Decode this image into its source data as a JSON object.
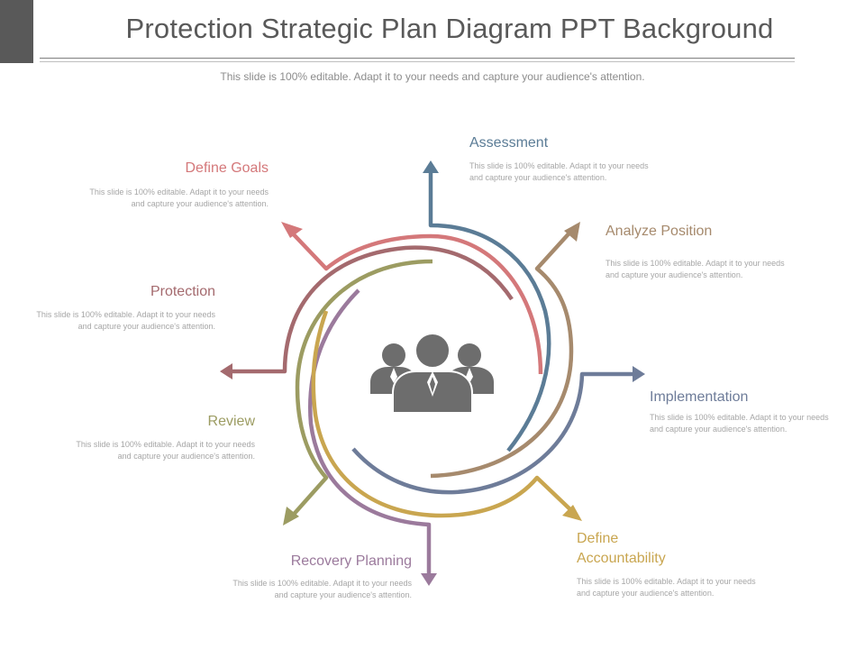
{
  "slide": {
    "title": "Protection Strategic Plan Diagram PPT Background",
    "subtitle": "This slide is 100% editable. Adapt it to your needs and capture your audience's attention."
  },
  "steps": [
    {
      "label": "Assessment",
      "color": "#5b7c96",
      "desc": "This slide is 100% editable. Adapt it to your needs and capture your audience's attention."
    },
    {
      "label": "Analyze Position",
      "color": "#a68a6d",
      "desc": "This slide is 100% editable. Adapt it to your needs and capture your audience's attention."
    },
    {
      "label": "Implementation",
      "color": "#6e7c99",
      "desc": "This slide is 100% editable. Adapt it to your needs and capture your audience's attention."
    },
    {
      "label": "Define Accountability",
      "color": "#c9a650",
      "desc": "This slide is 100% editable. Adapt it to your needs and capture your audience's attention."
    },
    {
      "label": "Recovery Planning",
      "color": "#9b7a9c",
      "desc": "This slide is 100% editable. Adapt it to your needs and capture your audience's attention."
    },
    {
      "label": "Review",
      "color": "#9c9c62",
      "desc": "This slide is 100% editable. Adapt it to your needs and capture your audience's attention."
    },
    {
      "label": "Protection",
      "color": "#a46a6e",
      "desc": "This slide is 100% editable. Adapt it to your needs and capture your audience's attention."
    },
    {
      "label": "Define Goals",
      "color": "#d4787a",
      "desc": "This slide is 100% editable. Adapt it to your needs and capture your audience's attention."
    }
  ],
  "center_icon": "team-icon",
  "icon_color": "#6d6d6d"
}
